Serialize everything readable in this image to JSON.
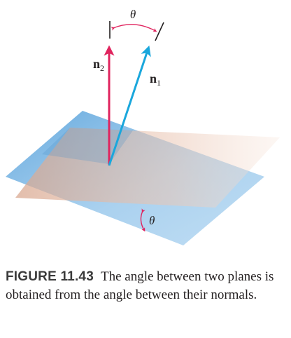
{
  "figure": {
    "angle_top_label": "θ",
    "angle_bottom_label": "θ",
    "normal_2": {
      "letter": "n",
      "subscript": "2"
    },
    "normal_1": {
      "letter": "n",
      "subscript": "1"
    },
    "colors": {
      "blue_plane": "#5ba3dc",
      "peach_plane": "#e3b9a6",
      "normal_2_arrow": "#e0245e",
      "normal_1_arrow": "#1aa7dc",
      "angle_arc": "#e0245e",
      "label_text": "#231f20"
    }
  },
  "caption": {
    "label": "FIGURE 11.43",
    "text": "The angle between two planes is obtained from the angle between their normals."
  }
}
